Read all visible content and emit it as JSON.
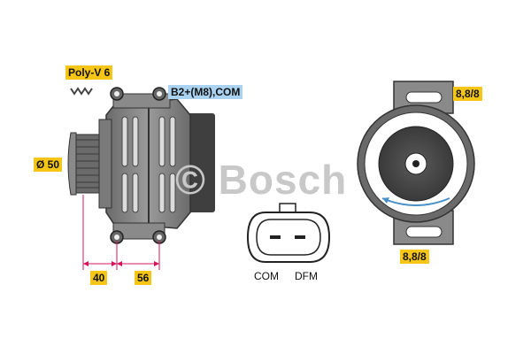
{
  "labels": {
    "belt": "Poly-V 6",
    "pulley_diameter": "Ø 50",
    "terminal": "B2+(M8),COM",
    "dim_a": "40",
    "dim_b": "56",
    "hole_top": "8,8/8",
    "hole_bottom": "8,8/8",
    "connector_pin1": "COM",
    "connector_pin2": "DFM"
  },
  "watermark": "© Bosch",
  "colors": {
    "label_yellow": "#f5c518",
    "label_blue": "#a9d3f0",
    "body_gray": "#8a8a8a",
    "dark_gray": "#555555",
    "dimension_pink": "#d4145a",
    "rotation_blue": "#4a90c8"
  }
}
